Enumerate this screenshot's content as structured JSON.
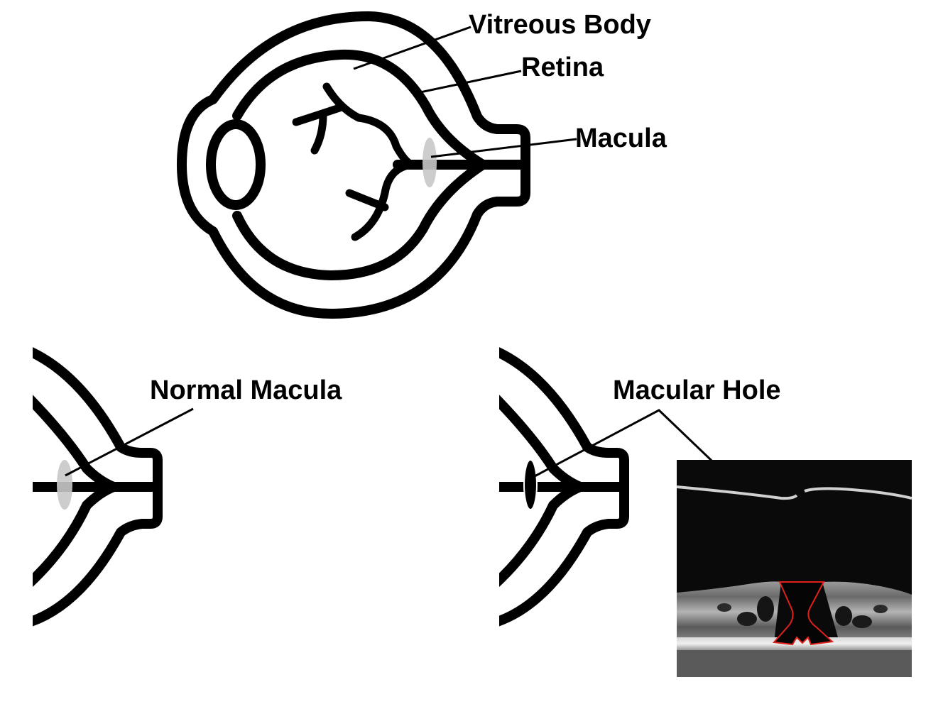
{
  "labels": {
    "vitreous_body": "Vitreous Body",
    "retina": "Retina",
    "macula": "Macula",
    "normal_macula": "Normal Macula",
    "macular_hole": "Macular Hole"
  },
  "colors": {
    "line": "#000000",
    "macula_fill": "#c8c8c8",
    "oct_background": "#0a0a0a",
    "hole_outline": "#e0201a"
  }
}
